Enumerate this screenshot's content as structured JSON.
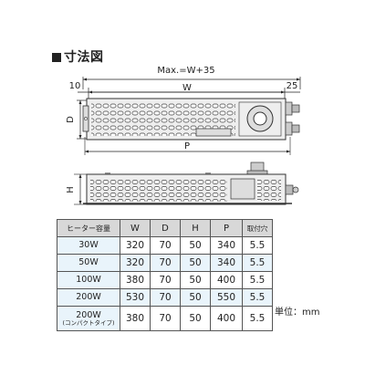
{
  "section_title": "寸法図",
  "dims": {
    "max": "Max.=W+35",
    "left_offset": "10",
    "width": "W",
    "right_offset": "25",
    "depth": "D",
    "pitch": "P",
    "height": "H"
  },
  "table": {
    "headers": [
      "ヒーター容量",
      "W",
      "D",
      "H",
      "P",
      "取付穴"
    ],
    "rows": [
      {
        "model": "30W",
        "model_sub": "",
        "W": "320",
        "D": "70",
        "H": "50",
        "P": "340",
        "hole": "5.5"
      },
      {
        "model": "50W",
        "model_sub": "",
        "W": "320",
        "D": "70",
        "H": "50",
        "P": "340",
        "hole": "5.5"
      },
      {
        "model": "100W",
        "model_sub": "",
        "W": "380",
        "D": "70",
        "H": "50",
        "P": "400",
        "hole": "5.5"
      },
      {
        "model": "200W",
        "model_sub": "",
        "W": "530",
        "D": "70",
        "H": "50",
        "P": "550",
        "hole": "5.5"
      },
      {
        "model": "200W",
        "model_sub": "(コンパクトタイプ)",
        "W": "380",
        "D": "70",
        "H": "50",
        "P": "400",
        "hole": "5.5"
      }
    ]
  },
  "unit_label": "単位：mm"
}
